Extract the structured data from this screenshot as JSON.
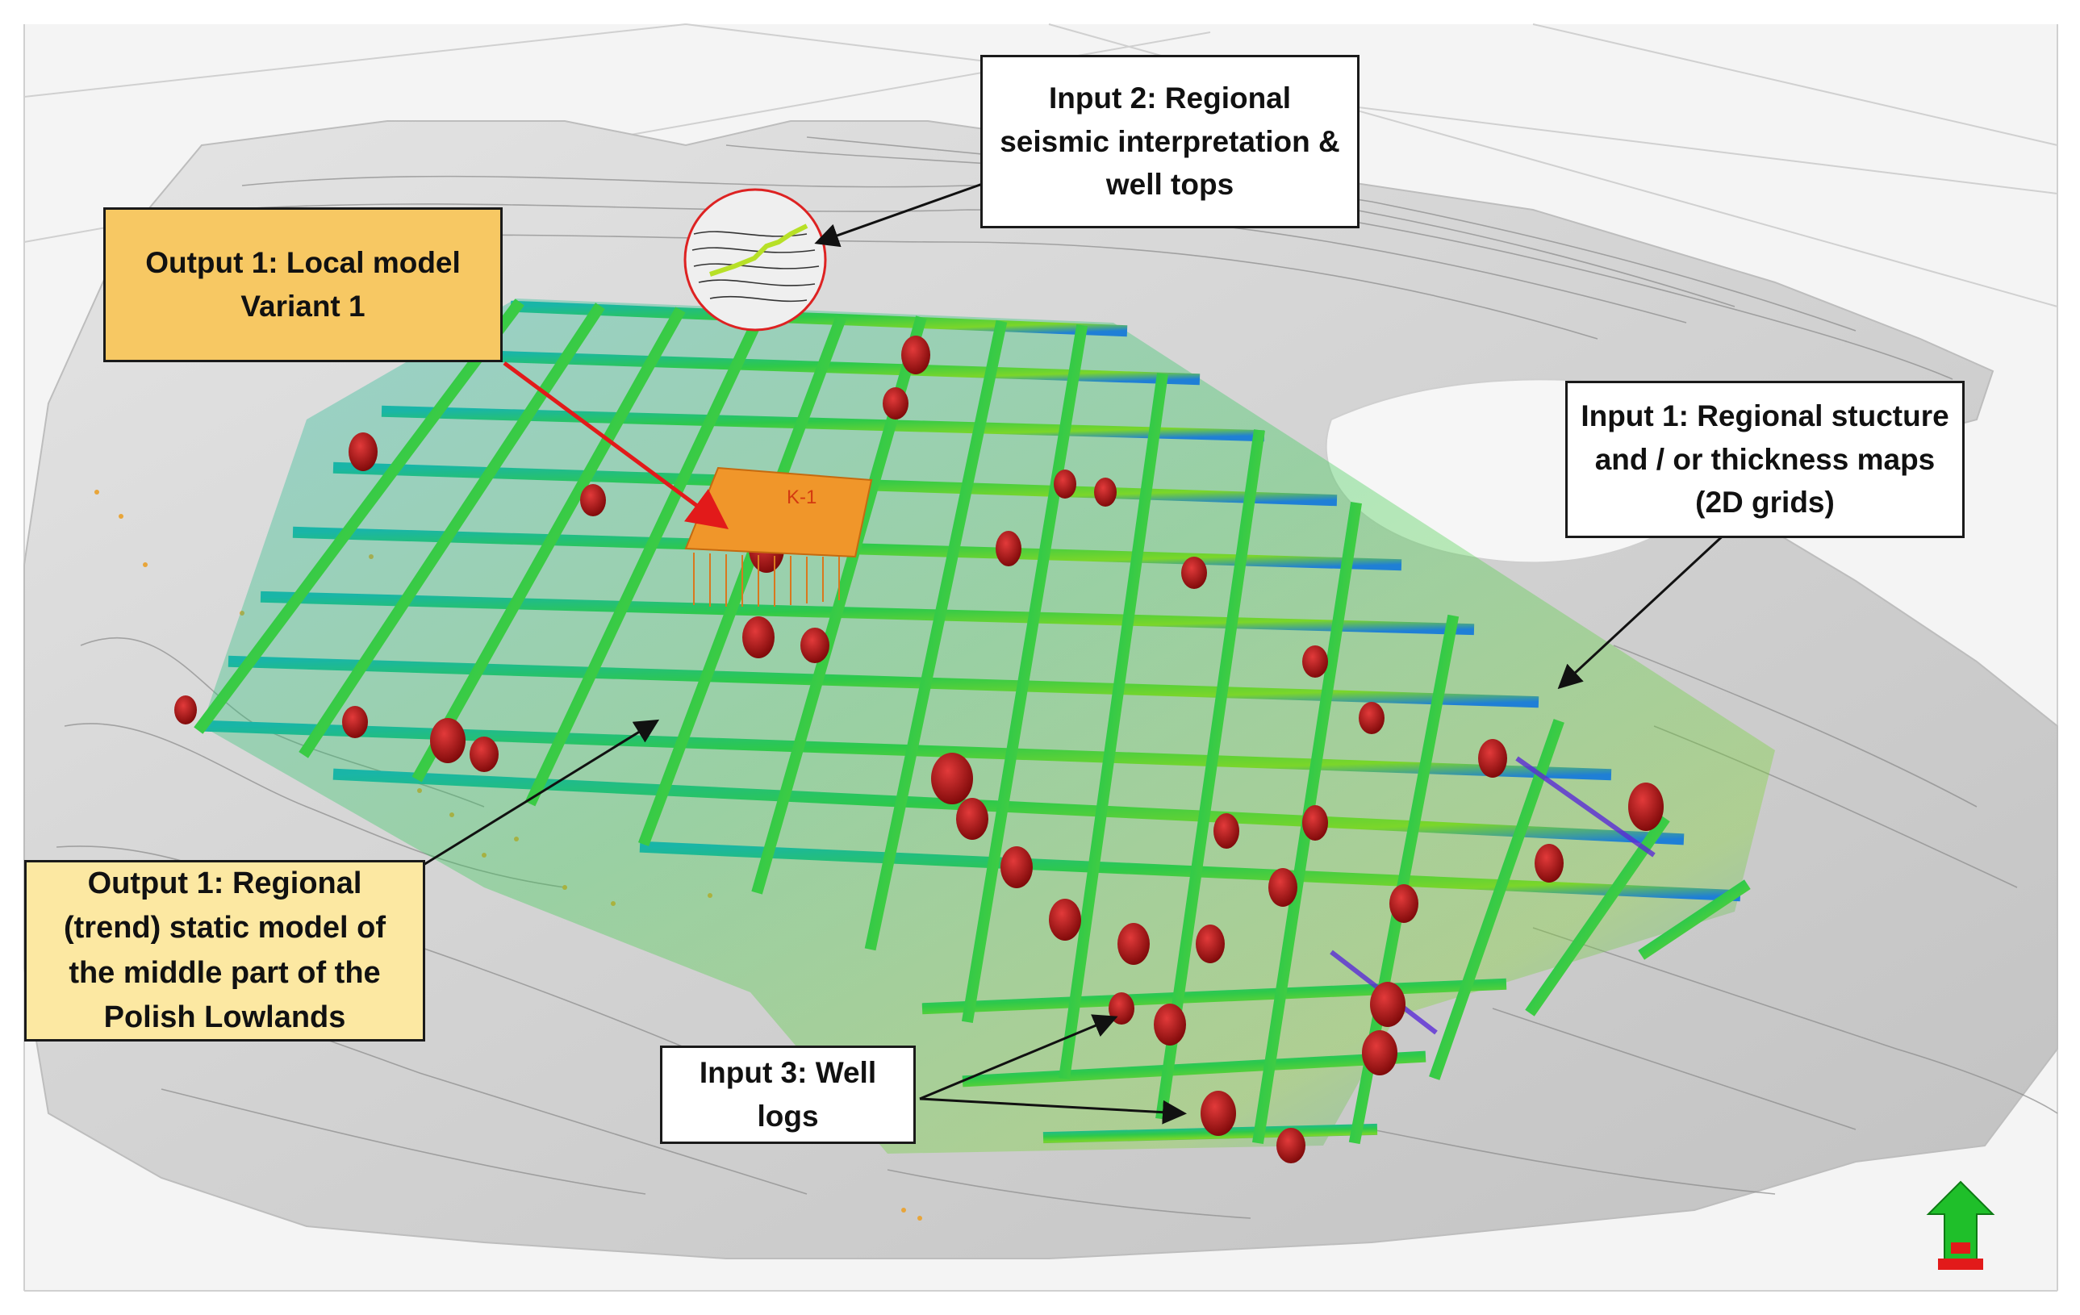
{
  "callouts": {
    "input2": {
      "lines": [
        "Input 2: Regional",
        "seismic interpretation &",
        "well tops"
      ]
    },
    "output1_local": {
      "lines": [
        "Output 1: Local model",
        "Variant 1"
      ]
    },
    "input1": {
      "lines": [
        "Input 1: Regional stucture",
        "and / or  thickness maps",
        "(2D grids)"
      ]
    },
    "output1_regional": {
      "lines": [
        "Output 1: Regional",
        "(trend)  static model of",
        "the middle part of the",
        "Polish Lowlands"
      ]
    },
    "input3": {
      "lines": [
        "Input 3: Well",
        "logs"
      ]
    }
  },
  "labels": {
    "local_model_block": "K-1"
  },
  "colors": {
    "callout_white": "#ffffff",
    "callout_orange": "#f7c863",
    "callout_yellow": "#fce8a2",
    "arrow_black": "#111111",
    "arrow_red": "#e21a1a",
    "grid_green": "#3ecf3a",
    "grid_cyan": "#23b7b0",
    "well_red": "#b21010",
    "surface_gray": "#cfcfcf",
    "local_model_orange": "#f0962a",
    "north_arrow_green": "#1fbf2a"
  },
  "icons": {
    "north_arrow": "north-arrow-icon"
  }
}
